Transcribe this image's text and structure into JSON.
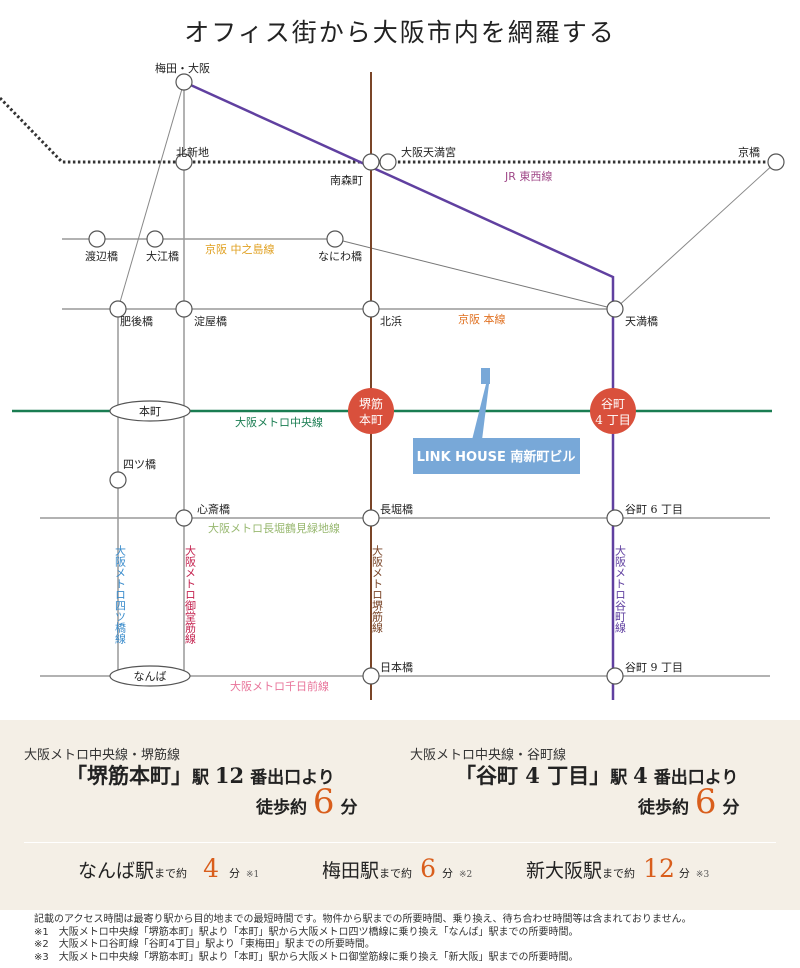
{
  "title": "オフィス街から大阪市内を網羅する",
  "colors": {
    "jr_tozai": "#333333",
    "midosuji": "#c4224f",
    "yotsubashi": "#3a8ccc",
    "sakaisuji": "#7a4528",
    "tanimachi": "#6040a0",
    "chuo": "#1a7d52",
    "nagahori": "#a6c480",
    "sennichimae": "#e8749a",
    "keihan": "#999999",
    "highlight": "#d9503c",
    "building": "#78a8d8",
    "accent_number": "#d95e1c"
  },
  "map": {
    "line_labels": {
      "jr_tozai": "JR 東西線",
      "nakanoshima": "京阪 中之島線",
      "keihan_main": "京阪 本線",
      "chuo": "大阪メトロ中央線",
      "nagahori": "大阪メトロ長堀鶴見緑地線",
      "sennichimae": "大阪メトロ千日前線",
      "yotsubashi": "大阪メトロ四ツ橋線",
      "midosuji": "大阪メトロ御堂筋線",
      "sakaisuji": "大阪メトロ堺筋線",
      "tanimachi": "大阪メトロ谷町線"
    },
    "stations": {
      "umeda": "梅田・大阪",
      "kitashinchi": "北新地",
      "osakatenmangu": "大阪天満宮",
      "minamimorimachi": "南森町",
      "kyobashi": "京橋",
      "watanabebashi": "渡辺橋",
      "oebashi": "大江橋",
      "naniwabashi": "なにわ橋",
      "higobashi": "肥後橋",
      "yodoyabashi": "淀屋橋",
      "kitahama": "北浜",
      "tenmabashi": "天満橋",
      "honmachi": "本町",
      "sakaisuji_honmachi": "堺筋本町",
      "tanimachi_4": "谷町4丁目",
      "yotsubashi": "四ツ橋",
      "shinsaibashi": "心斎橋",
      "nagahoribashi": "長堀橋",
      "tanimachi_6": "谷町 6 丁目",
      "namba": "なんば",
      "nipponbashi": "日本橋",
      "tanimachi_9": "谷町 9 丁目"
    },
    "building_label": "LINK HOUSE 南新町ビル"
  },
  "access": {
    "left": {
      "lines": "大阪メトロ中央線・堺筋線",
      "station": "「堺筋本町」",
      "exit_pre": "駅 ",
      "exit_num": "12",
      "exit_post": " 番出口より",
      "walk_pre": "徒歩約 ",
      "walk_min": "6",
      "walk_post": " 分"
    },
    "right": {
      "lines": "大阪メトロ中央線・谷町線",
      "station": "「谷町 4 丁目」",
      "exit_pre": "駅 ",
      "exit_num": "4",
      "exit_post": " 番出口より",
      "walk_pre": "徒歩約 ",
      "walk_min": "6",
      "walk_post": " 分"
    },
    "others": [
      {
        "station": "なんば駅",
        "made": "まで約",
        "min": "4",
        "unit": "分",
        "note": "※1"
      },
      {
        "station": "梅田駅",
        "made": "まで約",
        "min": "6",
        "unit": "分",
        "note": "※2"
      },
      {
        "station": "新大阪駅",
        "made": "まで約",
        "min": "12",
        "unit": "分",
        "note": "※3"
      }
    ]
  },
  "notes": [
    "記載のアクセス時間は最寄り駅から目的地までの最短時間です。物件から駅までの所要時間、乗り換え、待ち合わせ時間等は含まれておりません。",
    "※1　大阪メトロ中央線「堺筋本町」駅より「本町」駅から大阪メトロ四ツ橋線に乗り換え「なんば」駅までの所要時間。",
    "※2　大阪メトロ谷町線「谷町4丁目」駅より「東梅田」駅までの所要時間。",
    "※3　大阪メトロ中央線「堺筋本町」駅より「本町」駅から大阪メトロ御堂筋線に乗り換え「新大阪」駅までの所要時間。"
  ]
}
